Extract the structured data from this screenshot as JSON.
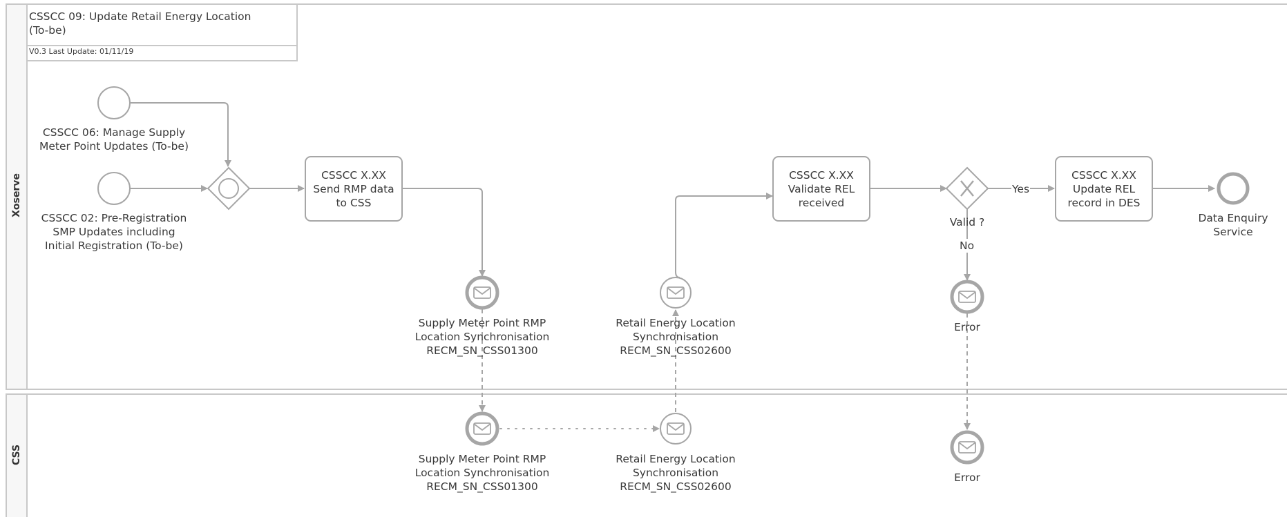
{
  "title": {
    "name": "CSSCC 09: Update Retail Energy Location (To-be)",
    "version": "V0.3 Last Update: 01/11/19"
  },
  "lanes": {
    "xoserve": "Xoserve",
    "css": "CSS"
  },
  "start_events": {
    "manage_supply": "CSSCC 06: Manage Supply\nMeter Point Updates (To-be)",
    "pre_registration": "CSSCC 02: Pre-Registration\nSMP Updates including\nInitial Registration (To-be)"
  },
  "tasks": {
    "send_rmp": "CSSCC X.XX\nSend RMP data\nto CSS",
    "validate_rel": "CSSCC X.XX\nValidate REL\nreceived",
    "update_rel": "CSSCC X.XX\nUpdate REL\nrecord in DES"
  },
  "gateway": {
    "valid_label": "Valid ?",
    "yes": "Yes",
    "no": "No"
  },
  "messages": {
    "smp_sync_xo": "Supply Meter Point RMP\nLocation Synchronisation\nRECM_SN_CSS01300",
    "rel_sync_xo": "Retail Energy Location\nSynchronisation\nRECM_SN_CSS02600",
    "error_xo": "Error",
    "smp_sync_css": "Supply Meter Point RMP\nLocation Synchronisation\nRECM_SN_CSS01300",
    "rel_sync_css": "Retail Energy Location\nSynchronisation\nRECM_SN_CSS02600",
    "error_css": "Error"
  },
  "end_event": {
    "data_enquiry": "Data Enquiry\nService"
  },
  "colors": {
    "stroke": "#a6a6a6",
    "lane_border": "#c8c8c8",
    "text": "#3a3a3a"
  }
}
